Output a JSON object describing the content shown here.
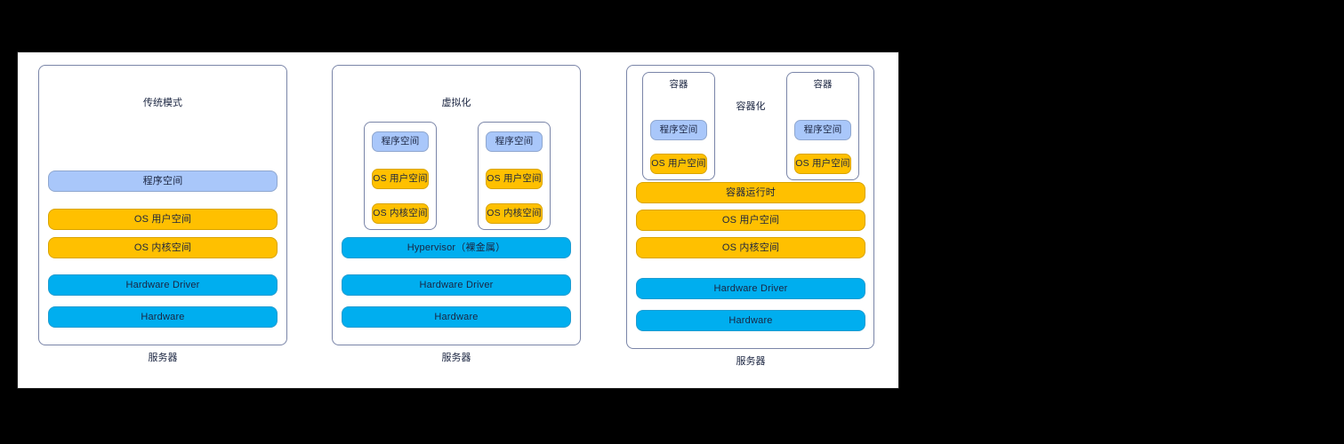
{
  "diagram": {
    "title_hidden": "",
    "panels": [
      {
        "id": "traditional",
        "title": "传统模式",
        "caption": "服务器",
        "layers": [
          {
            "label": "程序空间",
            "kind": "app"
          },
          {
            "label": "OS 用户空间",
            "kind": "os"
          },
          {
            "label": "OS 内核空间",
            "kind": "os"
          },
          {
            "label": "Hardware Driver",
            "kind": "hw"
          },
          {
            "label": "Hardware",
            "kind": "hw"
          }
        ]
      },
      {
        "id": "virtualization",
        "title": "虚拟化",
        "caption": "服务器",
        "vms": [
          {
            "label": "",
            "layers": [
              {
                "label": "程序空间",
                "kind": "app"
              },
              {
                "label": "OS 用户空间",
                "kind": "os"
              },
              {
                "label": "OS 内核空间",
                "kind": "os"
              }
            ]
          },
          {
            "label": "",
            "layers": [
              {
                "label": "程序空间",
                "kind": "app"
              },
              {
                "label": "OS 用户空间",
                "kind": "os"
              },
              {
                "label": "OS 内核空间",
                "kind": "os"
              }
            ]
          }
        ],
        "layers": [
          {
            "label": "Hypervisor（裸金属）",
            "kind": "hw"
          },
          {
            "label": "Hardware Driver",
            "kind": "hw"
          },
          {
            "label": "Hardware",
            "kind": "hw"
          }
        ]
      },
      {
        "id": "containerization",
        "title": "容器化",
        "caption": "服务器",
        "containers": [
          {
            "label": "容器",
            "layers": [
              {
                "label": "程序空间",
                "kind": "app"
              },
              {
                "label": "OS 用户空间",
                "kind": "os"
              }
            ]
          },
          {
            "label": "容器",
            "layers": [
              {
                "label": "程序空间",
                "kind": "app"
              },
              {
                "label": "OS 用户空间",
                "kind": "os"
              }
            ]
          }
        ],
        "layers": [
          {
            "label": "容器运行时",
            "kind": "os"
          },
          {
            "label": "OS 用户空间",
            "kind": "os"
          },
          {
            "label": "OS 内核空间",
            "kind": "os"
          },
          {
            "label": "Hardware Driver",
            "kind": "hw"
          },
          {
            "label": "Hardware",
            "kind": "hw"
          }
        ]
      }
    ],
    "colors": {
      "app": "#a9c7fa",
      "os": "#ffc000",
      "hw": "#00aeef",
      "panel_border": "#7a85a8",
      "text": "#1a2440",
      "canvas": "#ffffff",
      "background": "#000000"
    }
  }
}
